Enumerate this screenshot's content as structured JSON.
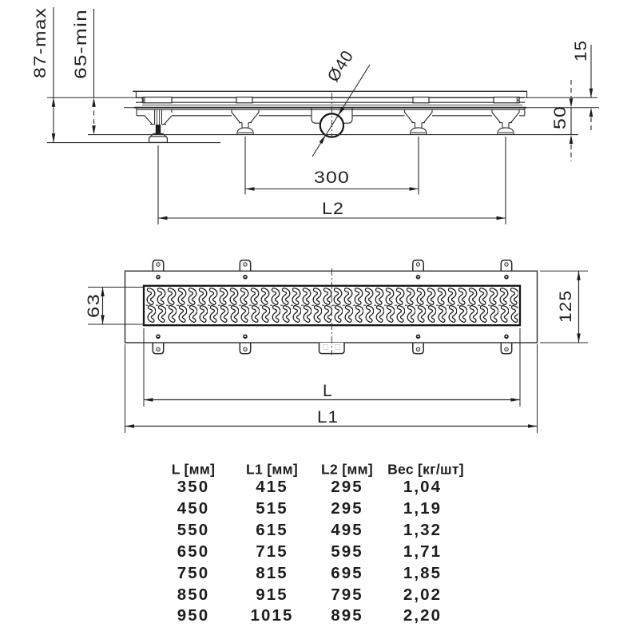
{
  "drawing": {
    "side_view": {
      "dims": {
        "max_height": "87-max",
        "min_height": "65-min",
        "foot_spacing": "300",
        "length_l2": "L2",
        "edge_height": "15",
        "body_height": "50",
        "outlet_diameter": "Ø40"
      }
    },
    "top_view": {
      "dims": {
        "grate_width": "63",
        "body_width": "125",
        "length_l": "L",
        "length_l1": "L1"
      }
    }
  },
  "table": {
    "headers": [
      "L [мм]",
      "L1 [мм]",
      "L2 [мм]",
      "Вес [кг/шт]"
    ],
    "rows": [
      [
        "350",
        "415",
        "295",
        "1,04"
      ],
      [
        "450",
        "515",
        "295",
        "1,19"
      ],
      [
        "550",
        "615",
        "495",
        "1,32"
      ],
      [
        "650",
        "715",
        "595",
        "1,71"
      ],
      [
        "750",
        "815",
        "695",
        "1,85"
      ],
      [
        "850",
        "915",
        "795",
        "2,02"
      ],
      [
        "950",
        "1015",
        "895",
        "2,20"
      ]
    ]
  },
  "colors": {
    "ink": "#1d1d1d",
    "line": "#2a2a2a",
    "background": "#ffffff"
  }
}
